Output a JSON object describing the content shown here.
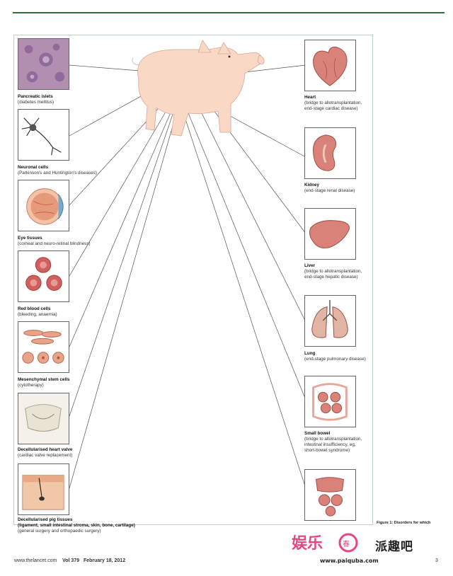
{
  "footer": {
    "site": "www.thelancet.com",
    "volume": "Vol 379",
    "date": "February 18, 2012",
    "page": "3"
  },
  "figure_caption_fragment": "Figure 1: Disorders for which",
  "watermark": {
    "site_name": "派趣吧",
    "url": "www.paiquba.com"
  },
  "left_items": [
    {
      "title": "Pancreatic islets",
      "desc": "(diabetes mellitus)",
      "icon": "pancreatic-islet-icon"
    },
    {
      "title": "Neuronal cells",
      "desc": "(Parkinson's and Huntington's diseases)",
      "icon": "neuron-icon"
    },
    {
      "title": "Eye tissues",
      "desc": "(corneal and neuro-retinal blindness)",
      "icon": "eye-icon"
    },
    {
      "title": "Red blood cells",
      "desc": "(bleeding, anaemia)",
      "icon": "red-blood-cells-icon"
    },
    {
      "title": "Mesenchymal stem cells",
      "desc": "(cytotherapy)",
      "icon": "stem-cells-icon"
    },
    {
      "title": "Decellularised heart valve",
      "desc": "(cardiac valve replacement)",
      "icon": "heart-valve-icon"
    },
    {
      "title": "Decellularised pig tissues",
      "title2": "(ligament, small intestinal stroma, skin, bone, cartilage)",
      "desc": "(general surgery and orthopaedic surgery)",
      "icon": "skin-tissue-icon"
    }
  ],
  "right_items": [
    {
      "title": "Heart",
      "desc": "(bridge to allotransplantation,",
      "desc2": "end-stage cardiac disease)",
      "icon": "heart-icon"
    },
    {
      "title": "Kidney",
      "desc": "(end-stage renal disease)",
      "icon": "kidney-icon"
    },
    {
      "title": "Liver",
      "desc": "(bridge to allotransplantation,",
      "desc2": "end-stage hepatic disease)",
      "icon": "liver-icon"
    },
    {
      "title": "Lung",
      "desc": "(end-stage pulmonary disease)",
      "icon": "lung-icon"
    },
    {
      "title": "Small bowel",
      "desc": "(bridge to allotransplantation,",
      "desc2": "intestinal insufficiency, eg,",
      "desc3": "short-bowel syndrome)",
      "icon": "small-bowel-icon"
    },
    {
      "title": "",
      "desc": "",
      "icon": "abdominal-organs-icon"
    }
  ],
  "colors": {
    "rule": "#2f6b3f",
    "pig": "#f9d8c6",
    "organ": "#d9827a",
    "line": "#555555"
  }
}
